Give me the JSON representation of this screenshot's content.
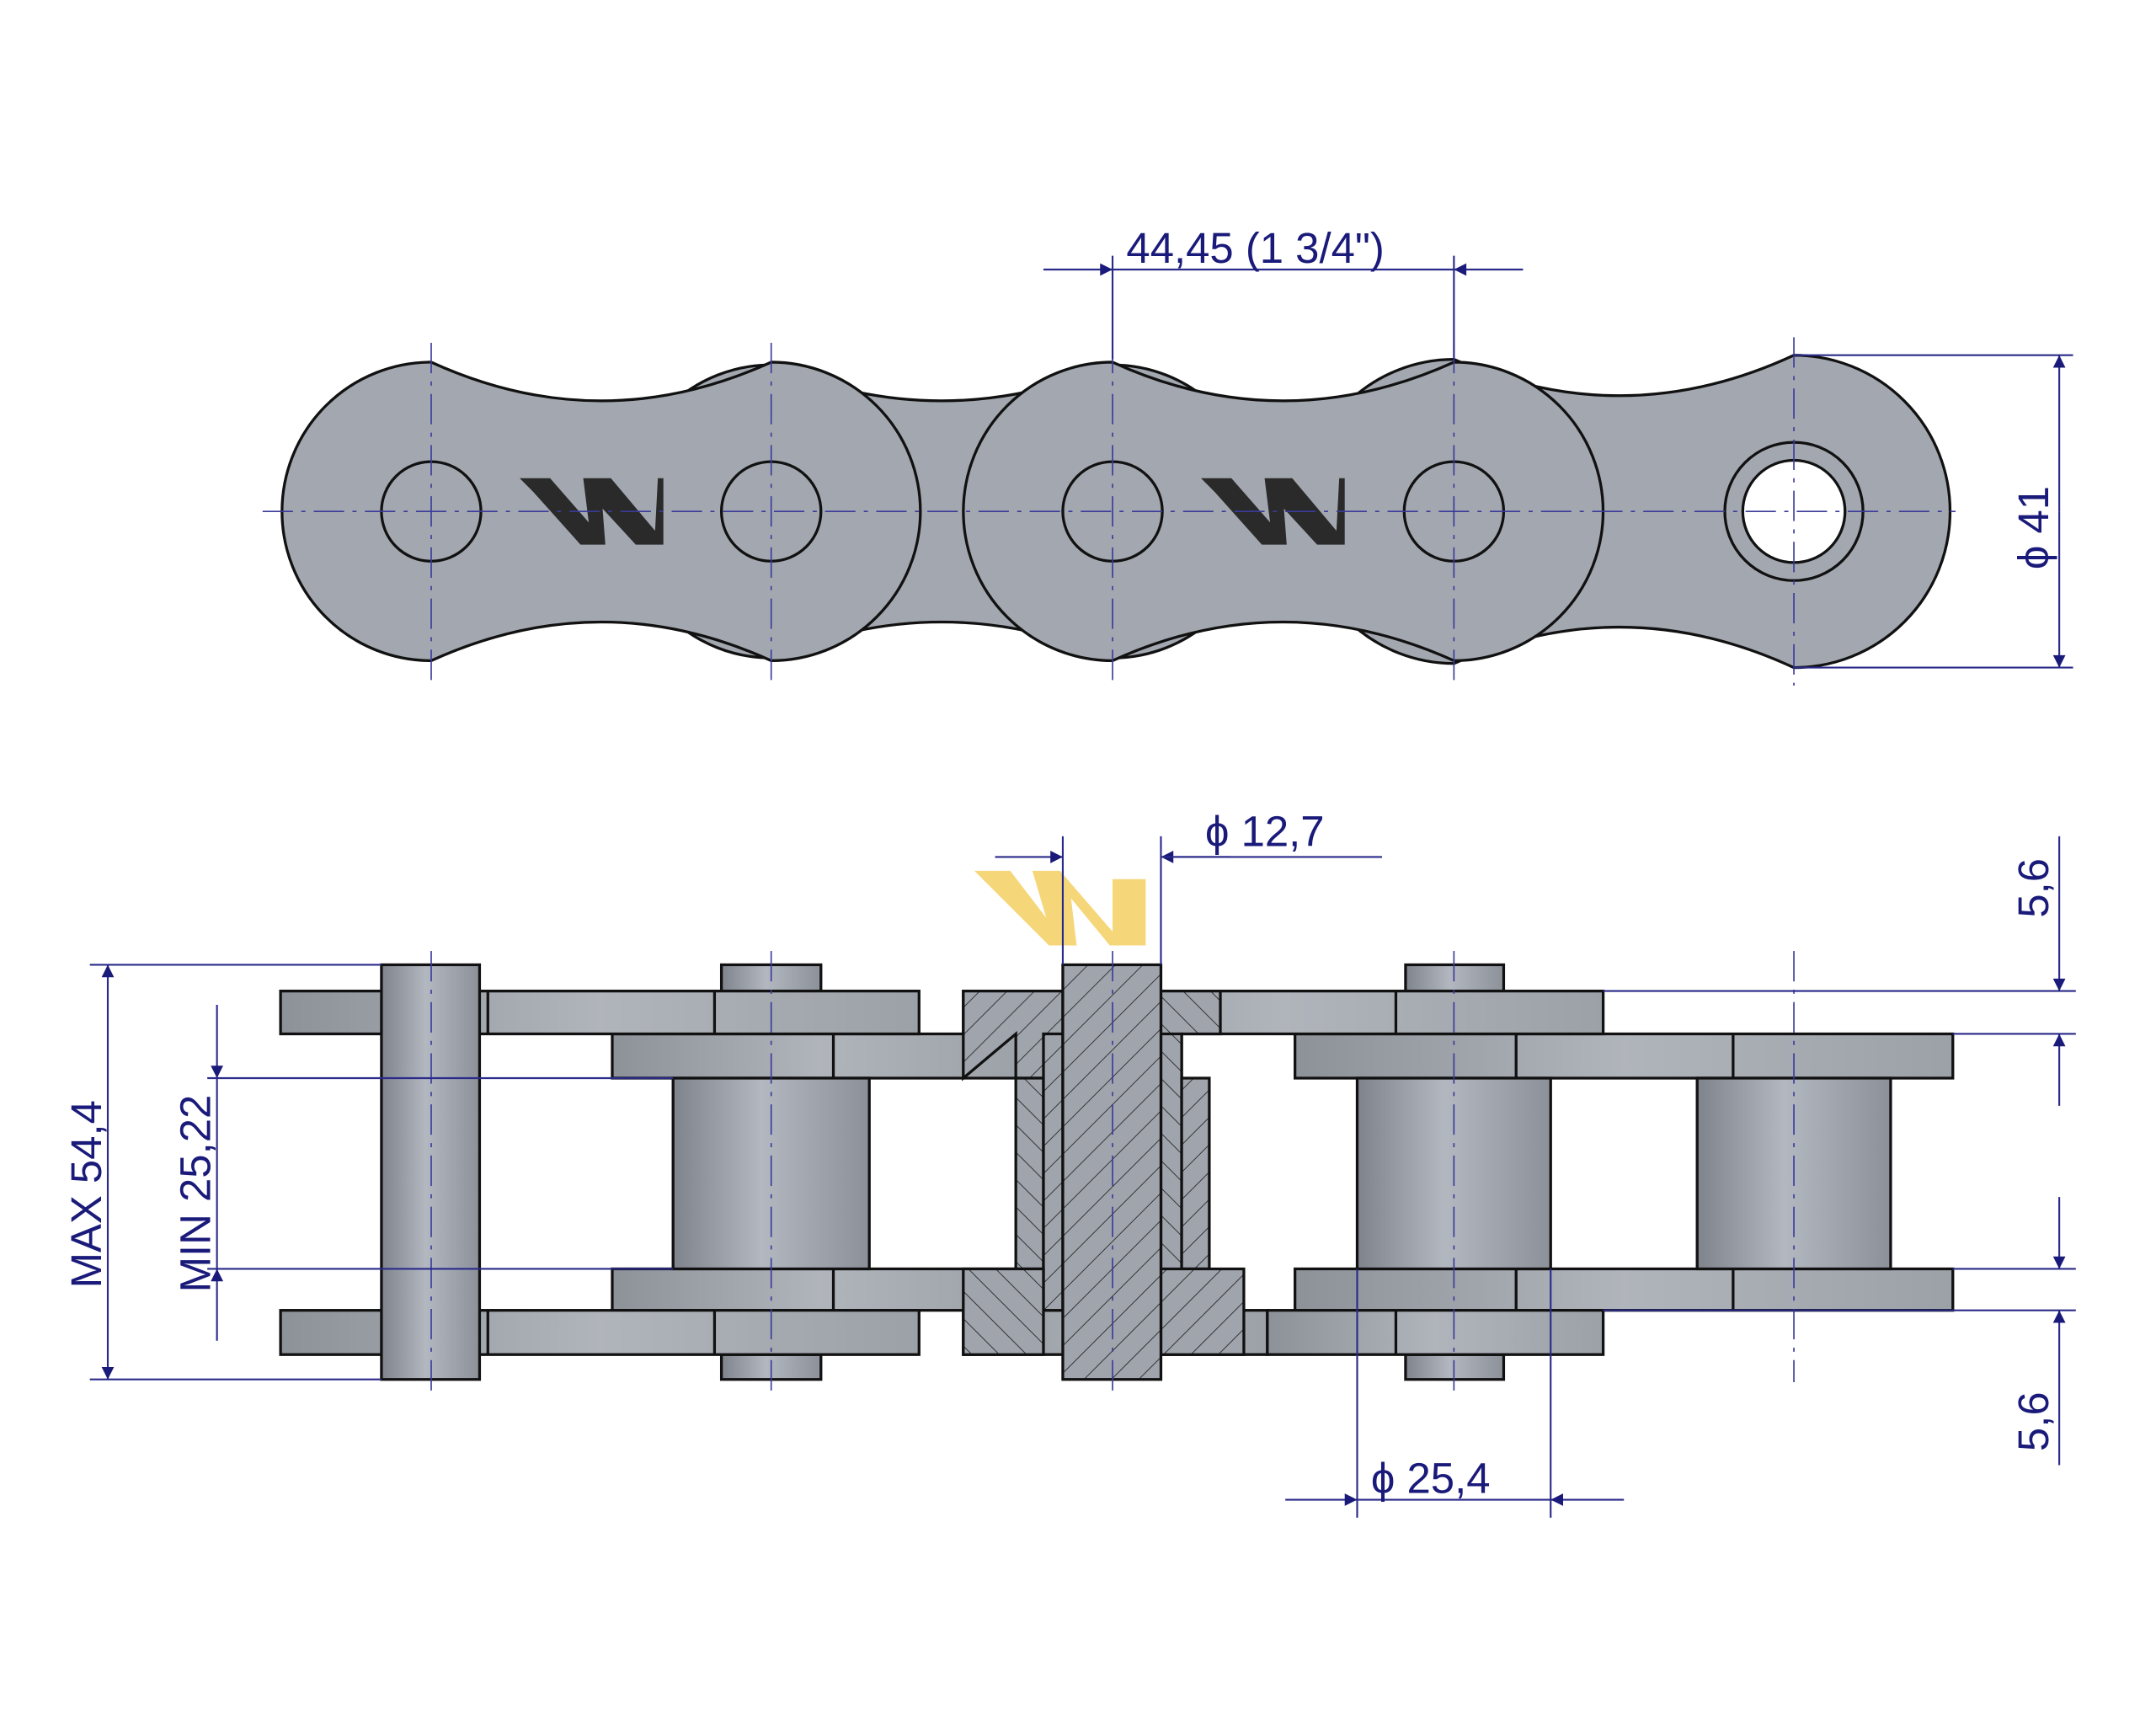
{
  "title": "Roller chain technical drawing",
  "colors": {
    "metal": "#a3a8b0",
    "dimension": "#1a1a7a",
    "logo_dark": "#2a2a2a",
    "logo_yellow": "#f4d36a"
  },
  "top_view": {
    "pitch_label": "44,45  (1 3/4\")",
    "plate_height_label": "ϕ 41",
    "logo_icon": "w-logo"
  },
  "side_view": {
    "pin_diameter_label": "ϕ  12,7",
    "roller_diameter_label": "ϕ  25,4",
    "max_width_label": "MAX  54,4",
    "min_inner_width_label": "MIN  25,22",
    "plate_thickness_top_label": "5,6",
    "plate_thickness_bottom_label": "5,6",
    "logo_icon": "w-logo-yellow"
  }
}
